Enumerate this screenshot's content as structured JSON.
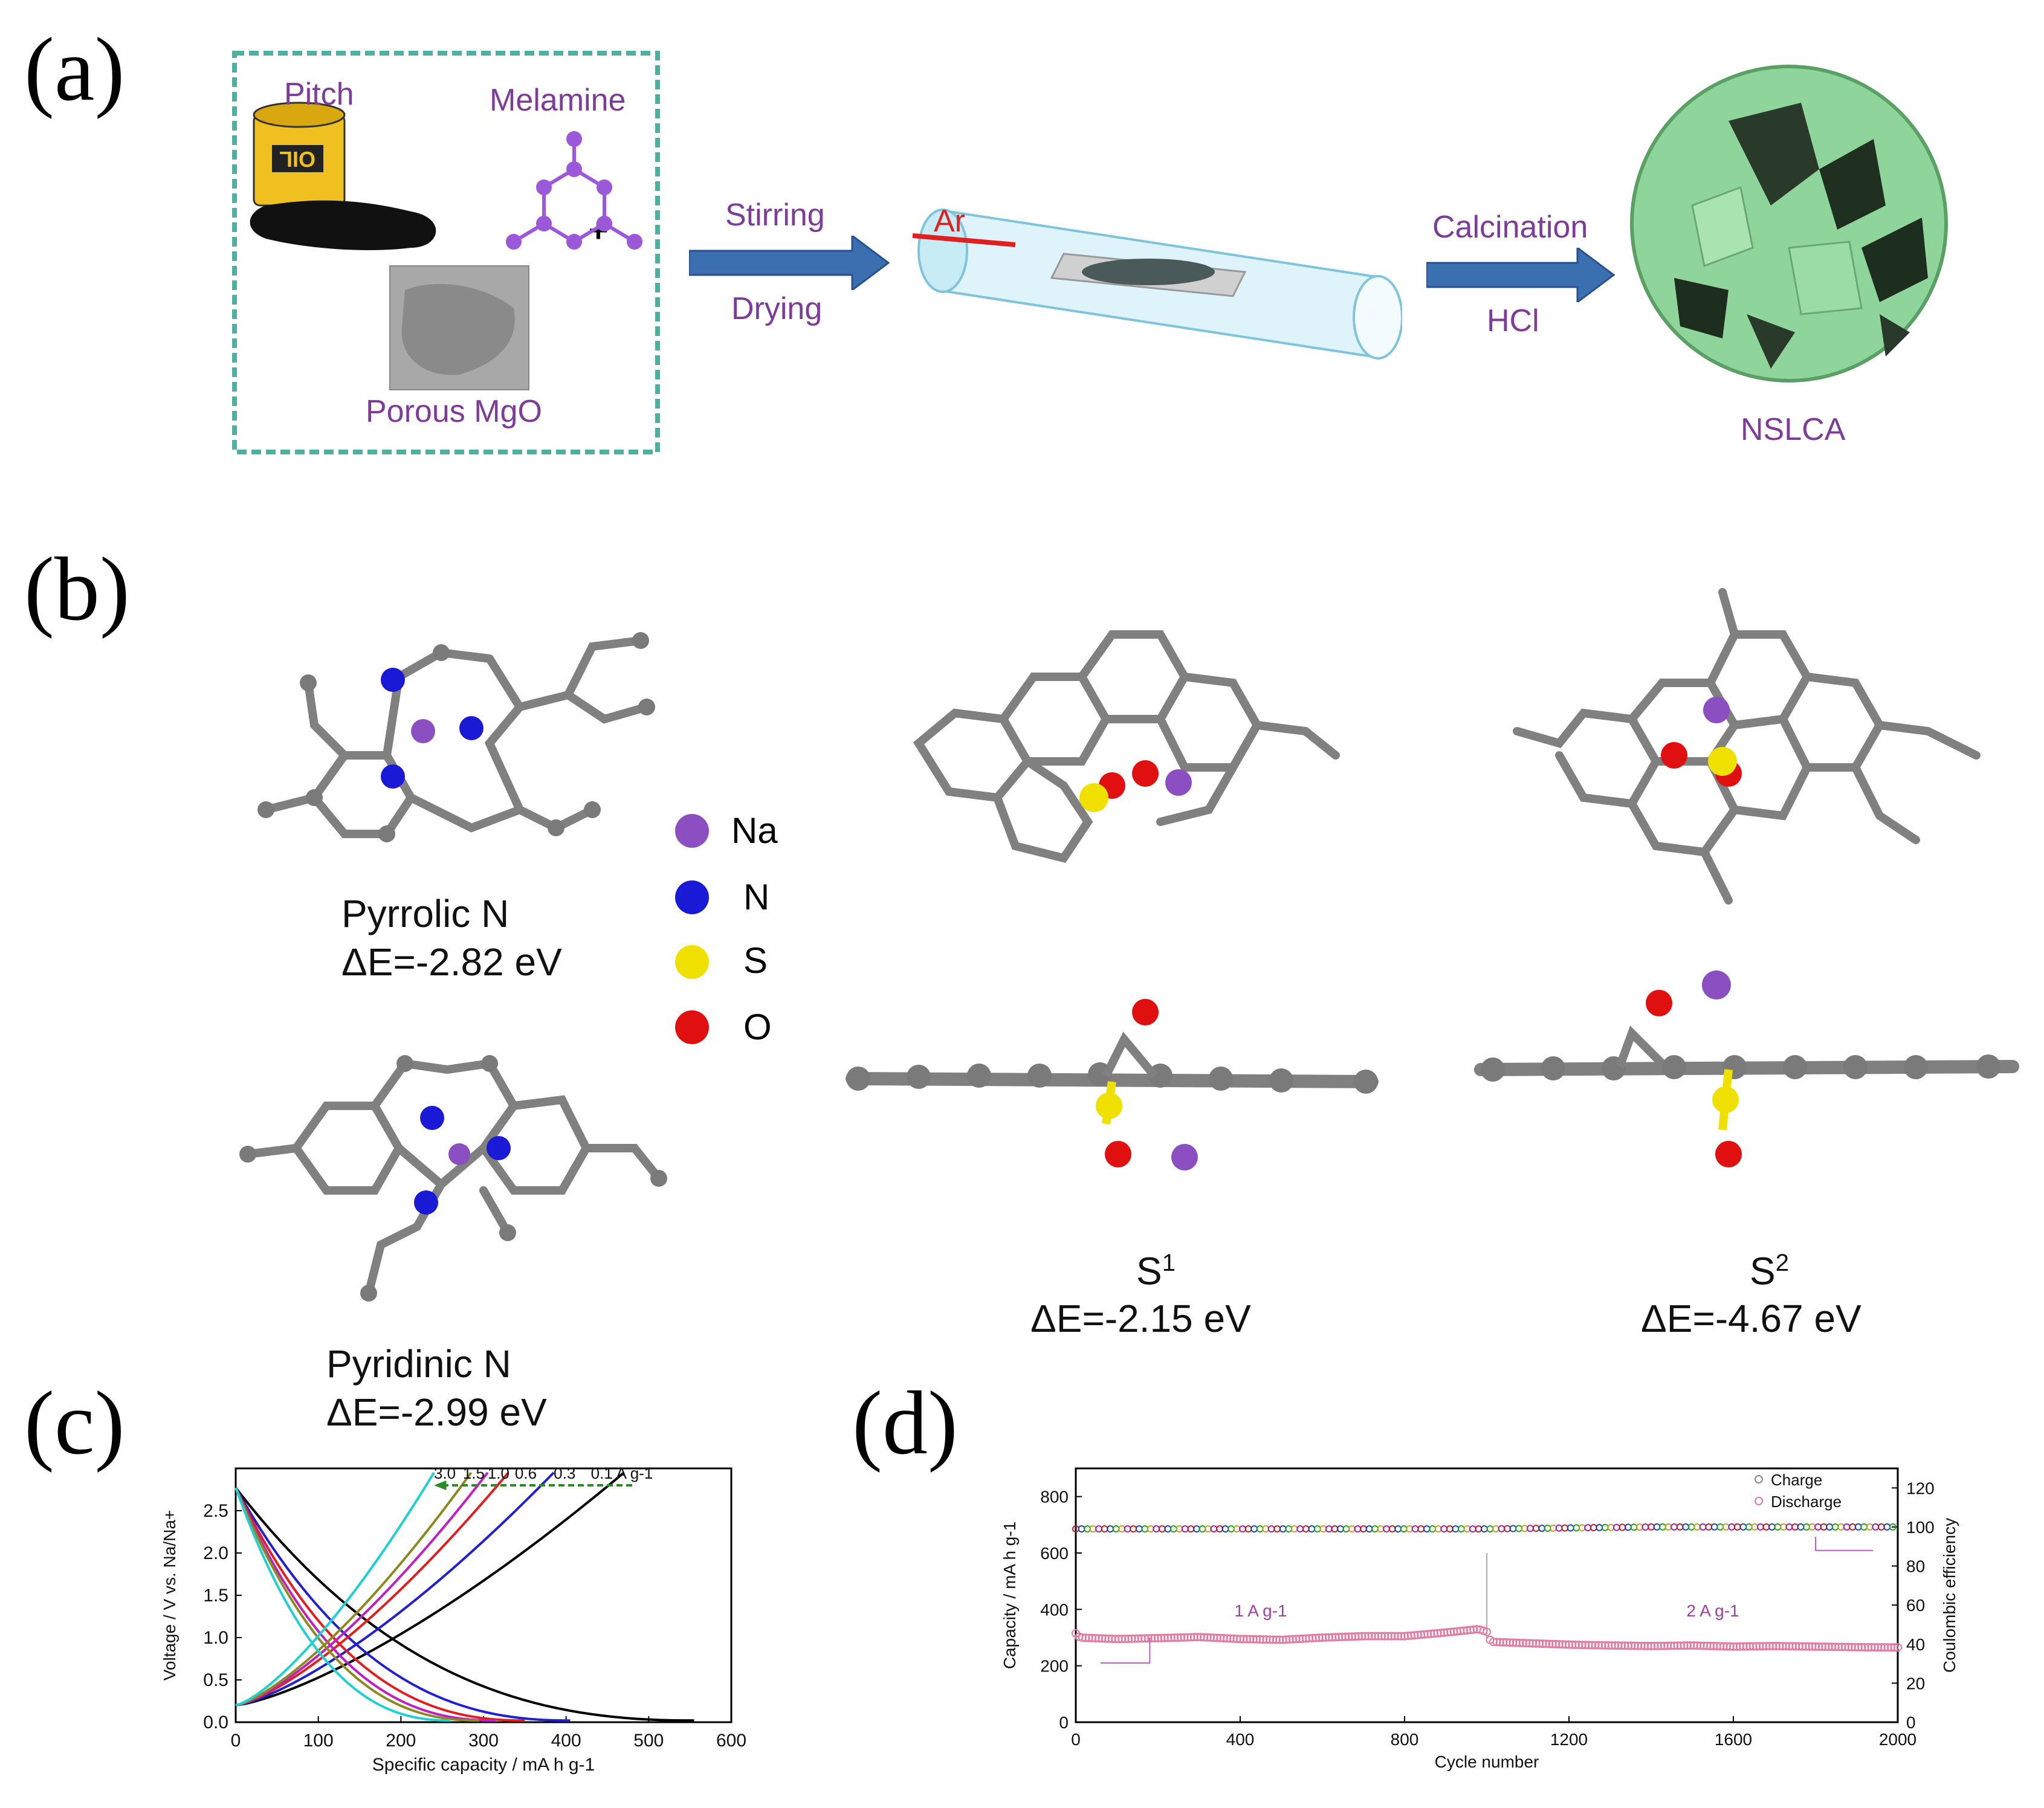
{
  "panels": {
    "a": {
      "label": "(a)",
      "ingredients": {
        "pitch": "Pitch",
        "melamine": "Melamine",
        "plus": "+",
        "mgo": "Porous MgO",
        "can_text": "OIL"
      },
      "step1": {
        "top": "Stirring",
        "bottom": "Drying"
      },
      "tube_gas": "Ar",
      "step2": {
        "top": "Calcination",
        "bottom": "HCl"
      },
      "product": "NSLCA"
    },
    "b": {
      "label": "(b)",
      "legend": [
        "Na",
        "N",
        "S",
        "O"
      ],
      "legend_colors": [
        "#8b4fc2",
        "#1a1ad6",
        "#f0e000",
        "#e01010"
      ],
      "atom_color_carbon": "#808080",
      "structures": [
        {
          "name": "Pyrrolic N",
          "energy": "ΔE=-2.82 eV"
        },
        {
          "name": "Pyridinic N",
          "energy": "ΔE=-2.99 eV"
        },
        {
          "name": "S",
          "sup": "1",
          "energy": "ΔE=-2.15 eV"
        },
        {
          "name": "S",
          "sup": "2",
          "energy": "ΔE=-4.67 eV"
        }
      ]
    },
    "c": {
      "label": "(c)"
    },
    "d": {
      "label": "(d)"
    }
  },
  "chart_data": [
    {
      "id": "c",
      "type": "line",
      "xlabel": "Specific capacity / mA h g-1",
      "ylabel": "Voltage / V vs. Na/Na+",
      "xlim": [
        0,
        600
      ],
      "ylim": [
        0,
        3.0
      ],
      "xticks": [
        "0",
        "100",
        "200",
        "300",
        "400",
        "500",
        "600"
      ],
      "yticks": [
        "0.0",
        "0.5",
        "1.0",
        "1.5",
        "2.0",
        "2.5"
      ],
      "rate_labels": [
        "3.0",
        "1.5",
        "1.0",
        "0.6",
        "0.3",
        "0.1 A g-1"
      ],
      "series": [
        {
          "rate": 0.1,
          "color": "#000000",
          "discharge_cap": 555,
          "charge_cap": 470
        },
        {
          "rate": 0.3,
          "color": "#2020d0",
          "discharge_cap": 405,
          "charge_cap": 385
        },
        {
          "rate": 0.6,
          "color": "#e02020",
          "discharge_cap": 350,
          "charge_cap": 330
        },
        {
          "rate": 1.0,
          "color": "#c020c0",
          "discharge_cap": 315,
          "charge_cap": 305
        },
        {
          "rate": 1.5,
          "color": "#8a8a20",
          "discharge_cap": 295,
          "charge_cap": 285
        },
        {
          "rate": 3.0,
          "color": "#20d0d0",
          "discharge_cap": 260,
          "charge_cap": 240
        }
      ]
    },
    {
      "id": "d",
      "type": "scatter",
      "xlabel": "Cycle number",
      "ylabel": "Capacity / mA h g-1",
      "y2label": "Coulombic efficiency",
      "xlim": [
        0,
        2000
      ],
      "ylim": [
        0,
        900
      ],
      "y2lim": [
        0,
        130
      ],
      "xticks": [
        "0",
        "400",
        "800",
        "1200",
        "1600",
        "2000"
      ],
      "yticks": [
        "0",
        "200",
        "400",
        "600",
        "800"
      ],
      "y2ticks": [
        "0",
        "20",
        "40",
        "60",
        "80",
        "100",
        "120"
      ],
      "legend": [
        "Charge",
        "Discharge"
      ],
      "annotations": [
        "1 A g-1",
        "2 A g-1"
      ],
      "capacity": {
        "x": [
          0,
          10,
          100,
          200,
          300,
          400,
          500,
          600,
          700,
          800,
          900,
          980,
          1000,
          1010,
          1100,
          1200,
          1300,
          1400,
          1500,
          1600,
          1700,
          1800,
          1900,
          2000
        ],
        "y": [
          315,
          300,
          295,
          298,
          302,
          295,
          292,
          300,
          305,
          305,
          318,
          330,
          320,
          285,
          280,
          275,
          272,
          270,
          272,
          268,
          270,
          268,
          266,
          265
        ]
      },
      "efficiency": {
        "x": [
          0,
          500,
          1000,
          1400,
          2000
        ],
        "y": [
          99,
          99,
          99,
          100,
          100
        ]
      }
    }
  ]
}
